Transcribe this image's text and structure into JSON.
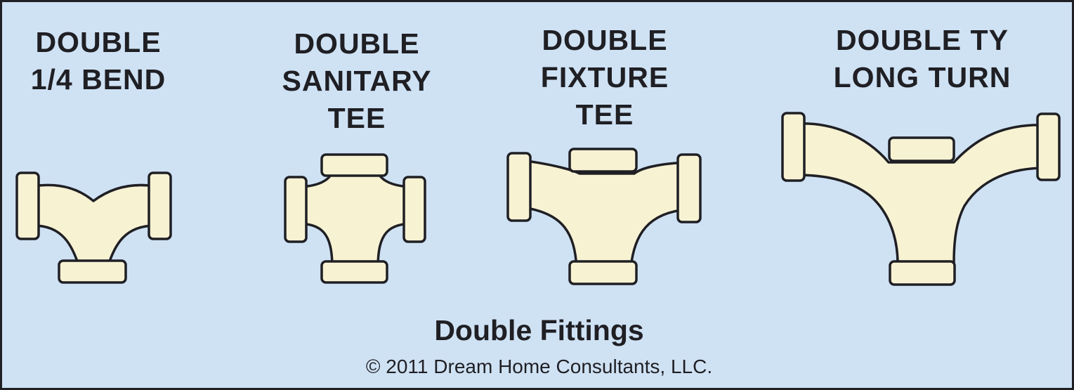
{
  "fittings": [
    {
      "lines": [
        "DOUBLE",
        "1/4 BEND"
      ]
    },
    {
      "lines": [
        "DOUBLE",
        "SANITARY",
        "TEE"
      ]
    },
    {
      "lines": [
        "DOUBLE",
        "FIXTURE",
        "TEE"
      ]
    },
    {
      "lines": [
        "DOUBLE TY",
        "LONG TURN"
      ]
    }
  ],
  "footer": {
    "title": "Double Fittings",
    "copyright": "© 2011 Dream Home Consultants, LLC."
  },
  "colors": {
    "background": "#cfe2f4",
    "fitting_fill": "#f7f2d2",
    "outline": "#1f1f24"
  }
}
